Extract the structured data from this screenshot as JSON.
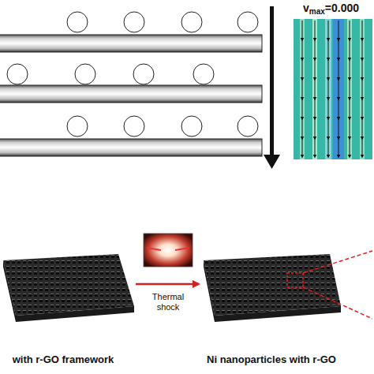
{
  "diagram": {
    "labels": [
      "v",
      "max",
      "=0.000",
      "Thermal shock",
      "with r-GO framework",
      "Ni nanoparticles with r-GO"
    ]
  }
}
